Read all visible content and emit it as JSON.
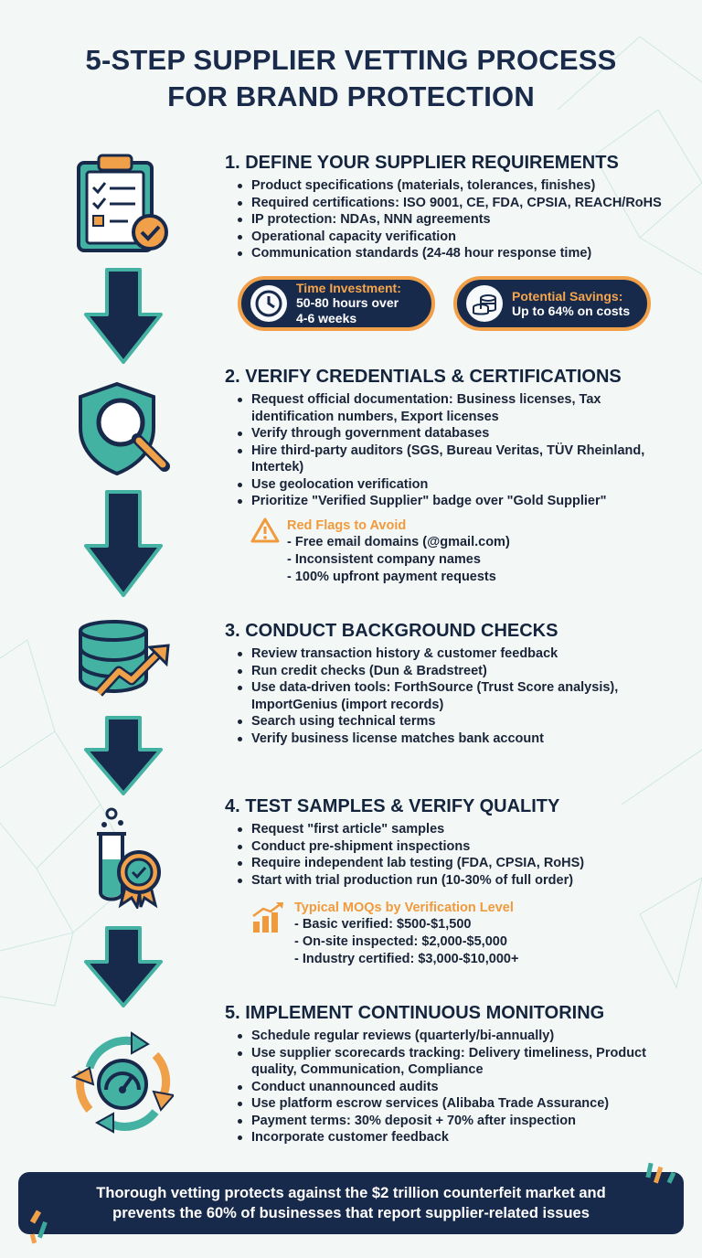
{
  "title": {
    "line1": "5-STEP SUPPLIER VETTING PROCESS",
    "line2": "FOR BRAND PROTECTION"
  },
  "steps": [
    {
      "heading": "1. DEFINE YOUR SUPPLIER REQUIREMENTS",
      "icon": "clipboard-checklist-icon",
      "bullets": [
        "Product specifications (materials, tolerances, finishes)",
        "Required certifications: ISO 9001, CE, FDA, CPSIA, REACH/RoHS",
        "IP protection: NDAs, NNN agreements",
        "Operational capacity verification",
        "Communication standards (24-48 hour response time)"
      ]
    },
    {
      "heading": "2. VERIFY CREDENTIALS & CERTIFICATIONS",
      "icon": "shield-magnifier-icon",
      "bullets": [
        "Request official documentation: Business licenses, Tax identification numbers, Export licenses",
        "Verify through government databases",
        "Hire third-party auditors (SGS, Bureau Veritas, TÜV Rheinland, Intertek)",
        "Use geolocation verification",
        "Prioritize \"Verified Supplier\" badge over \"Gold Supplier\""
      ]
    },
    {
      "heading": "3. CONDUCT BACKGROUND CHECKS",
      "icon": "database-trend-icon",
      "bullets": [
        "Review transaction history & customer feedback",
        "Run credit checks (Dun & Bradstreet)",
        "Use data-driven tools: ForthSource (Trust Score analysis), ImportGenius (import records)",
        "Search using technical terms",
        "Verify business license matches bank account"
      ]
    },
    {
      "heading": "4. TEST SAMPLES & VERIFY QUALITY",
      "icon": "test-tube-badge-icon",
      "bullets": [
        "Request \"first article\" samples",
        "Conduct pre-shipment inspections",
        "Require independent lab testing (FDA, CPSIA, RoHS)",
        "Start with trial production run (10-30% of full order)"
      ]
    },
    {
      "heading": "5. IMPLEMENT CONTINUOUS MONITORING",
      "icon": "cycle-gauge-icon",
      "bullets": [
        "Schedule regular reviews (quarterly/bi-annually)",
        "Use supplier scorecards tracking: Delivery timeliness, Product quality, Communication, Compliance",
        "Conduct unannounced audits",
        "Use platform escrow services (Alibaba Trade Assurance)",
        "Payment terms: 30% deposit + 70% after inspection",
        "Incorporate customer feedback"
      ]
    }
  ],
  "pills": {
    "time": {
      "label": "Time Investment:",
      "line1": "50-80 hours over",
      "line2": "4-6 weeks",
      "icon": "clock-icon"
    },
    "savings": {
      "label": "Potential Savings:",
      "line1": "Up to 64% on costs",
      "icon": "coins-icon"
    }
  },
  "red_flags": {
    "heading": "Red Flags to Avoid",
    "icon": "warning-icon",
    "items": [
      "- Free email domains (@gmail.com)",
      "- Inconsistent company names",
      "- 100% upfront payment requests"
    ]
  },
  "moqs": {
    "heading": "Typical MOQs by Verification Level",
    "icon": "bar-chart-icon",
    "items": [
      "- Basic verified: $500-$1,500",
      "- On-site inspected: $2,000-$5,000",
      "- Industry certified: $3,000-$10,000+"
    ]
  },
  "footer": {
    "line1": "Thorough vetting protects against the $2 trillion counterfeit market and",
    "line2": "prevents the 60% of businesses that report supplier-related issues"
  },
  "colors": {
    "navy": "#182a4c",
    "teal": "#3aa89a",
    "orange": "#f1a04a",
    "background": "#f3f8f7"
  }
}
